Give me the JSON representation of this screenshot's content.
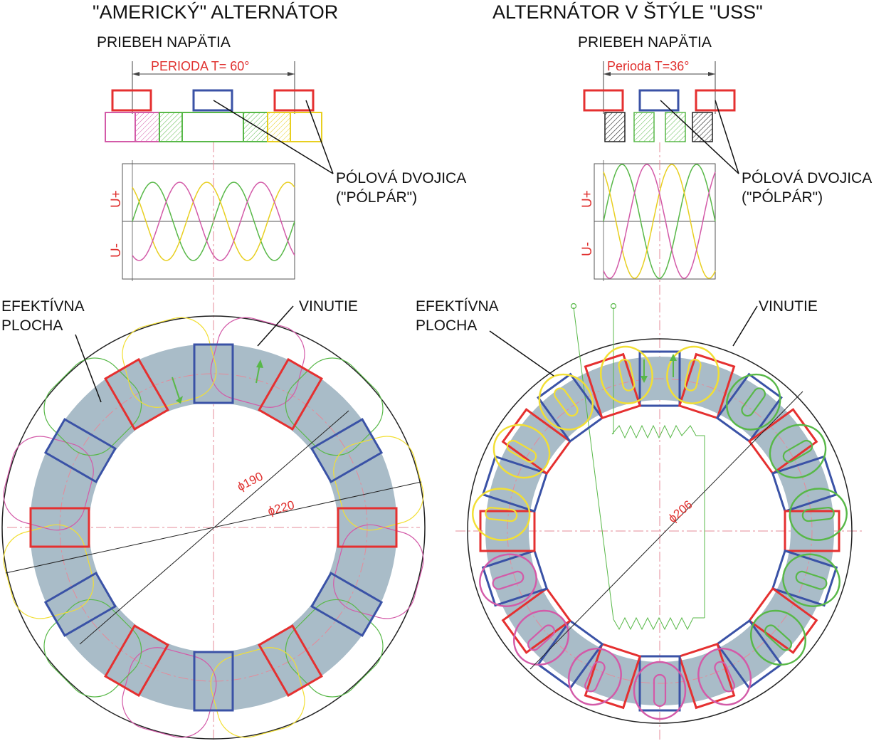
{
  "left": {
    "title": "\"AMERICKÝ\" ALTERNÁTOR",
    "subtitle": "PRIEBEH NAPÄTIA",
    "period": "PERIODA T= 60°",
    "pole_pair": [
      "PÓLOVÁ DVOJICA",
      "(\"PÓLPÁR\")"
    ],
    "u_plus": "U+",
    "u_minus": "U-",
    "effective_area": [
      "EFEKTÍVNA",
      "PLOCHA"
    ],
    "winding": "VINUTIE",
    "dia_inner": "ϕ190",
    "dia_outer": "ϕ220"
  },
  "right": {
    "title": "ALTERNÁTOR V ŠTÝLE \"USS\"",
    "subtitle": "PRIEBEH NAPÄTIA",
    "period": "Perioda T=36°",
    "pole_pair": [
      "PÓLOVÁ DVOJICA",
      "(\"PÓLPÁR\")"
    ],
    "u_plus": "U+",
    "u_minus": "U-",
    "effective_area": [
      "EFEKTÍVNA",
      "PLOCHA"
    ],
    "winding": "VINUTIE",
    "dia": "ϕ206"
  },
  "colors": {
    "ring": "#a9bcc8",
    "magnet_red": "#e53030",
    "magnet_blue": "#3a52a6",
    "phase_green": "#58b848",
    "phase_yellow": "#f2df34",
    "phase_magenta": "#d35aa8",
    "dim_red": "#e0312f",
    "centerline": "#e48b9a"
  },
  "icons": [
    "circle-icon",
    "ring-icon",
    "wave-icon"
  ]
}
